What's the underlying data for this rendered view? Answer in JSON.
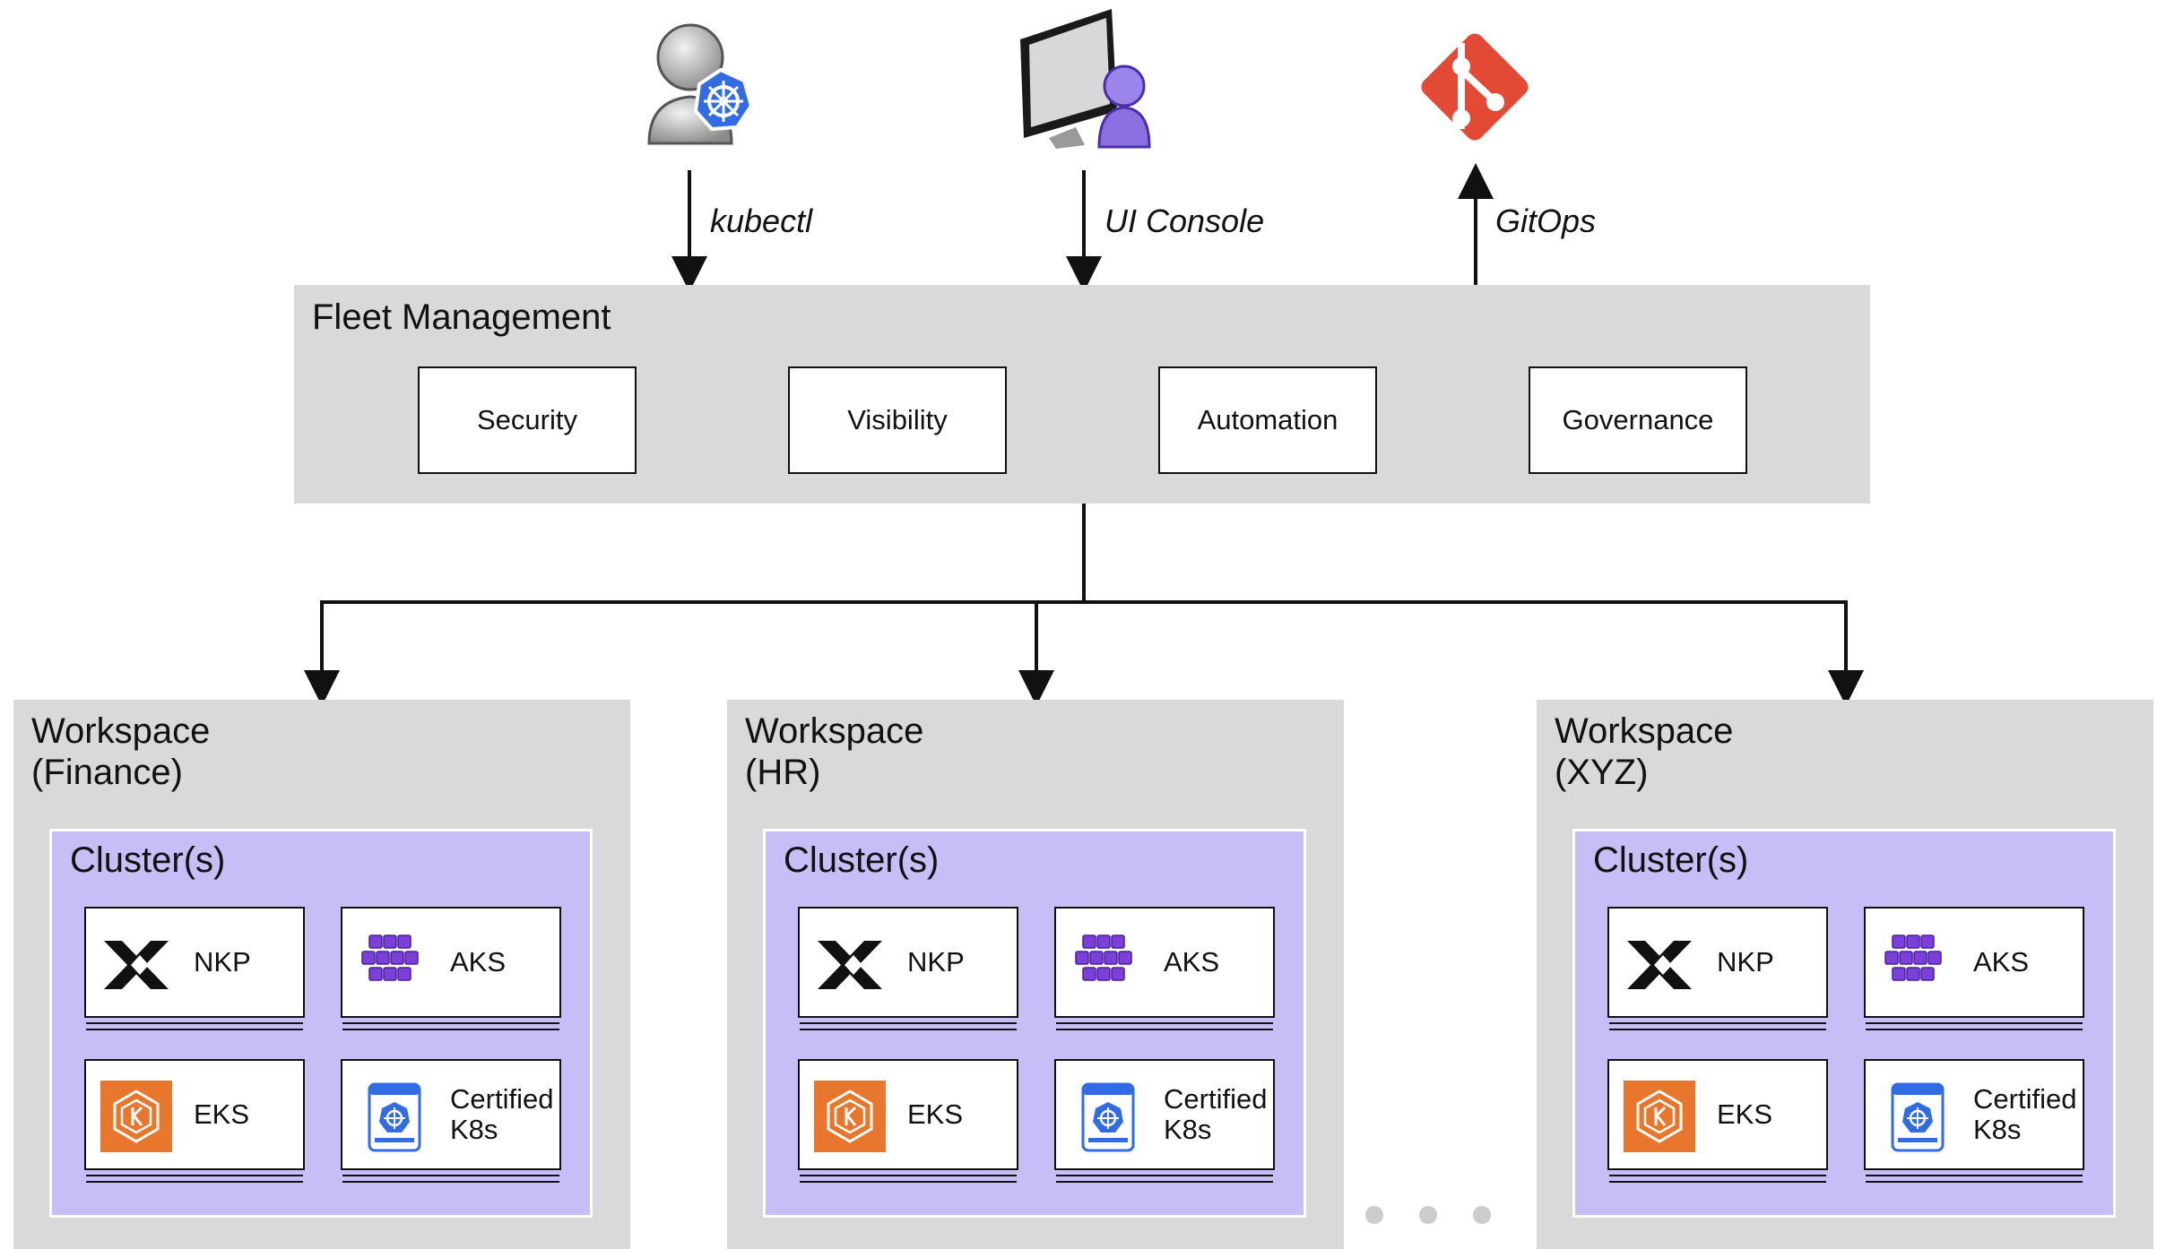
{
  "actors": {
    "kubectl": {
      "label": "kubectl",
      "icon": "user-kubernetes-icon"
    },
    "ui_console": {
      "label": "UI Console",
      "icon": "monitor-user-icon"
    },
    "gitops": {
      "label": "GitOps",
      "icon": "git-icon"
    }
  },
  "fleet": {
    "title": "Fleet Management",
    "capabilities": [
      "Security",
      "Visibility",
      "Automation",
      "Governance"
    ]
  },
  "workspaces": [
    {
      "title_line1": "Workspace",
      "title_line2": "(Finance)"
    },
    {
      "title_line1": "Workspace",
      "title_line2": "(HR)"
    },
    {
      "title_line1": "Workspace",
      "title_line2": "(XYZ)"
    }
  ],
  "clusters": {
    "title": "Cluster(s)",
    "types": [
      {
        "label": "NKP",
        "icon": "nutanix-x-icon"
      },
      {
        "label": "AKS",
        "icon": "azure-aks-icon"
      },
      {
        "label": "EKS",
        "icon": "aws-eks-icon"
      },
      {
        "label_line1": "Certified",
        "label_line2": "K8s",
        "icon": "certified-kubernetes-icon"
      }
    ]
  },
  "colors": {
    "panel_gray": "#d9d9d9",
    "cluster_purple": "#c6bef6",
    "eks_orange": "#e8762d",
    "aks_purple": "#7a40d8",
    "git_red": "#e24a35",
    "k8s_blue": "#326ce5"
  }
}
